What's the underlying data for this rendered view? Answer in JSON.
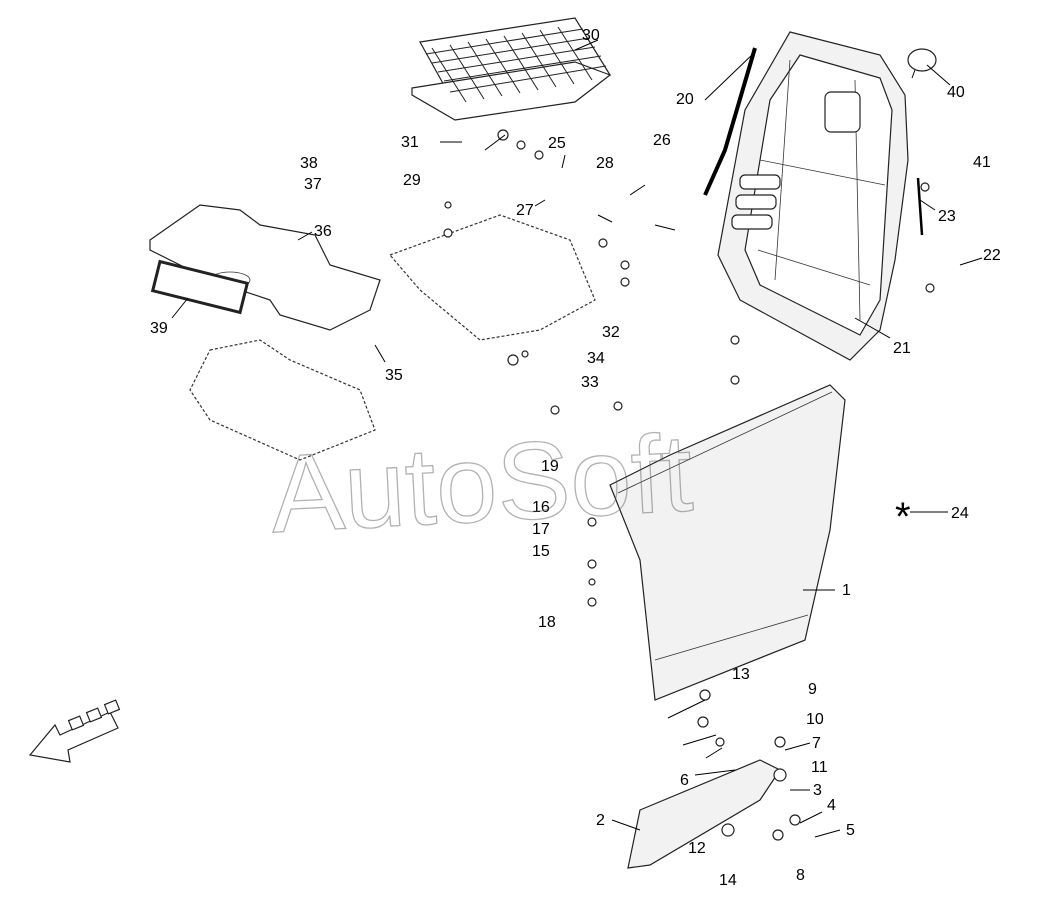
{
  "watermark": "AutoSoft",
  "star_symbol": "*",
  "callouts": [
    "1",
    "2",
    "3",
    "4",
    "5",
    "6",
    "7",
    "8",
    "9",
    "10",
    "11",
    "12",
    "13",
    "14",
    "15",
    "16",
    "17",
    "18",
    "19",
    "20",
    "21",
    "22",
    "23",
    "24",
    "25",
    "26",
    "27",
    "28",
    "29",
    "30",
    "31",
    "32",
    "33",
    "34",
    "35",
    "36",
    "37",
    "38",
    "39",
    "40",
    "41"
  ]
}
